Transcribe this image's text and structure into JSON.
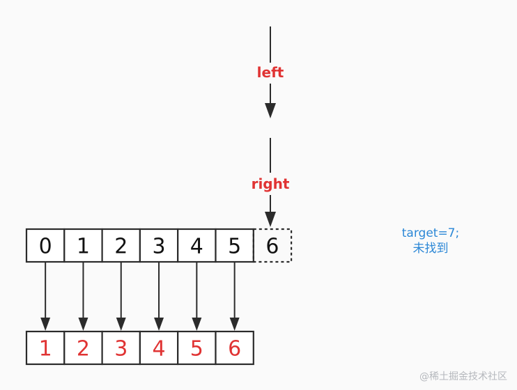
{
  "colors": {
    "stroke": "#2b2b2b",
    "label_red": "#e03333",
    "note_blue": "#2b87d6",
    "watermark": "#b5b8bd",
    "cell_fill": "#ffffff"
  },
  "pointers": {
    "left": "left",
    "right": "right"
  },
  "top_array": {
    "cells": [
      "0",
      "1",
      "2",
      "3",
      "4",
      "5",
      "6"
    ],
    "dashed_index": 6
  },
  "bottom_array": {
    "cells": [
      "1",
      "2",
      "3",
      "4",
      "5",
      "6"
    ]
  },
  "note": {
    "line1": "target=7;",
    "line2": "未找到"
  },
  "watermark": "@稀土掘金技术社区"
}
